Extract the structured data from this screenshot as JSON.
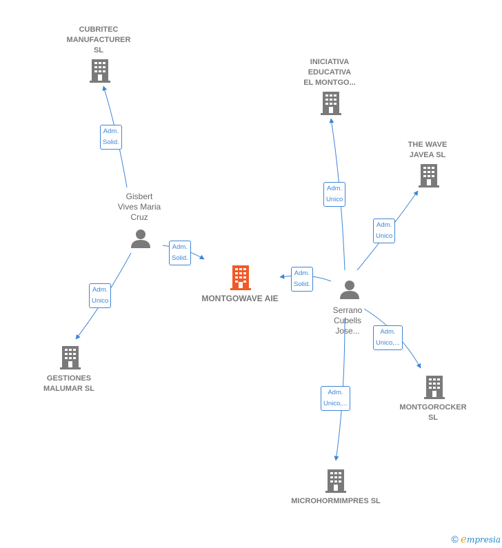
{
  "diagram": {
    "main_company": {
      "label": "MONTGOWAVE AIE",
      "color": "#f05a28"
    },
    "companies": [
      {
        "id": "cubritec",
        "lines": [
          "CUBRITEC",
          "MANUFACTURER",
          "SL"
        ]
      },
      {
        "id": "iniciativa",
        "lines": [
          "INICIATIVA",
          "EDUCATIVA",
          "EL MONTGO..."
        ]
      },
      {
        "id": "wave",
        "lines": [
          "THE WAVE",
          "JAVEA SL"
        ]
      },
      {
        "id": "gestiones",
        "lines": [
          "GESTIONES",
          "MALUMAR  SL"
        ]
      },
      {
        "id": "montgorocker",
        "lines": [
          "MONTGOROCKER",
          "SL"
        ]
      },
      {
        "id": "microhormimpres",
        "lines": [
          "MICROHORMIMPRES SL"
        ]
      }
    ],
    "persons": [
      {
        "id": "gisbert",
        "lines": [
          "Gisbert",
          "Vives Maria",
          "Cruz"
        ]
      },
      {
        "id": "serrano",
        "lines": [
          "Serrano",
          "Cubells",
          "Jose..."
        ]
      }
    ],
    "relations": [
      {
        "id": "r1",
        "lines": [
          "Adm.",
          "Solid."
        ]
      },
      {
        "id": "r2",
        "lines": [
          "Adm.",
          "Solid."
        ]
      },
      {
        "id": "r3",
        "lines": [
          "Adm.",
          "Unico"
        ]
      },
      {
        "id": "r4",
        "lines": [
          "Adm.",
          "Unico"
        ]
      },
      {
        "id": "r5",
        "lines": [
          "Adm.",
          "Unico"
        ]
      },
      {
        "id": "r6",
        "lines": [
          "Adm.",
          "Solid."
        ]
      },
      {
        "id": "r7",
        "lines": [
          "Adm.",
          "Unico,..."
        ]
      },
      {
        "id": "r8",
        "lines": [
          "Adm.",
          "Unico,..."
        ]
      }
    ],
    "colors": {
      "edge": "#3d85d8",
      "icon": "#7a7a7a"
    }
  },
  "brand": {
    "symbol": "©",
    "initial": "e",
    "name": "mpresia"
  }
}
